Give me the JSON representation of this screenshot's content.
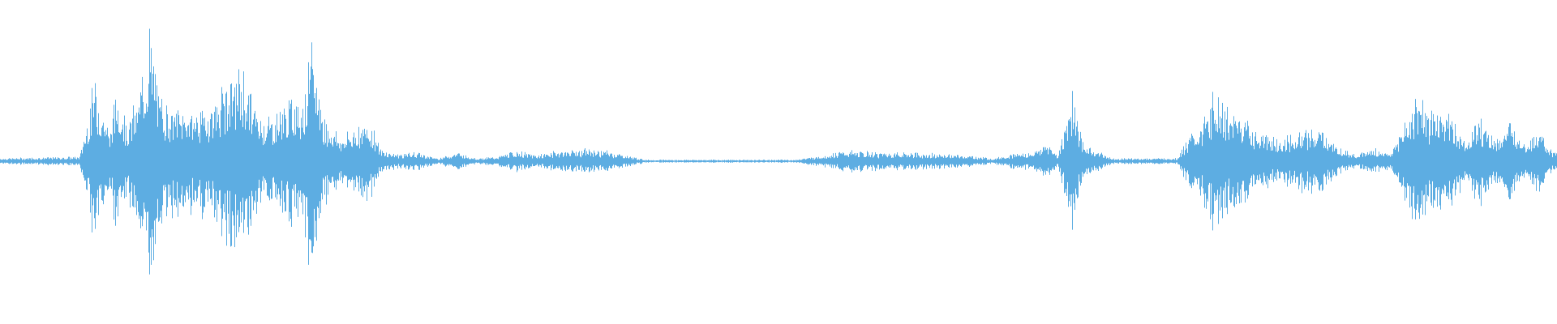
{
  "waveform": {
    "color": "#5dade2",
    "background": "#ffffff",
    "peak_max": 1.0,
    "envelope": [
      [
        0,
        0.02
      ],
      [
        80,
        0.03
      ],
      [
        95,
        0.55
      ],
      [
        110,
        0.2
      ],
      [
        118,
        0.5
      ],
      [
        128,
        0.25
      ],
      [
        140,
        0.45
      ],
      [
        150,
        0.9
      ],
      [
        160,
        0.45
      ],
      [
        175,
        0.35
      ],
      [
        190,
        0.35
      ],
      [
        210,
        0.35
      ],
      [
        230,
        0.55
      ],
      [
        245,
        0.6
      ],
      [
        260,
        0.3
      ],
      [
        275,
        0.3
      ],
      [
        290,
        0.4
      ],
      [
        305,
        0.45
      ],
      [
        315,
        0.8
      ],
      [
        325,
        0.3
      ],
      [
        345,
        0.15
      ],
      [
        360,
        0.25
      ],
      [
        375,
        0.25
      ],
      [
        382,
        0.08
      ],
      [
        400,
        0.05
      ],
      [
        420,
        0.06
      ],
      [
        440,
        0.02
      ],
      [
        460,
        0.06
      ],
      [
        480,
        0.02
      ],
      [
        500,
        0.03
      ],
      [
        520,
        0.07
      ],
      [
        540,
        0.04
      ],
      [
        560,
        0.07
      ],
      [
        590,
        0.08
      ],
      [
        610,
        0.07
      ],
      [
        630,
        0.04
      ],
      [
        650,
        0.01
      ],
      [
        800,
        0.01
      ],
      [
        830,
        0.04
      ],
      [
        850,
        0.07
      ],
      [
        880,
        0.06
      ],
      [
        910,
        0.06
      ],
      [
        940,
        0.05
      ],
      [
        970,
        0.04
      ],
      [
        1000,
        0.02
      ],
      [
        1020,
        0.05
      ],
      [
        1040,
        0.06
      ],
      [
        1055,
        0.12
      ],
      [
        1065,
        0.04
      ],
      [
        1080,
        0.5
      ],
      [
        1090,
        0.12
      ],
      [
        1120,
        0.02
      ],
      [
        1185,
        0.02
      ],
      [
        1195,
        0.15
      ],
      [
        1210,
        0.25
      ],
      [
        1225,
        0.5
      ],
      [
        1240,
        0.3
      ],
      [
        1250,
        0.35
      ],
      [
        1265,
        0.2
      ],
      [
        1285,
        0.15
      ],
      [
        1310,
        0.2
      ],
      [
        1330,
        0.22
      ],
      [
        1345,
        0.1
      ],
      [
        1365,
        0.05
      ],
      [
        1385,
        0.08
      ],
      [
        1400,
        0.05
      ],
      [
        1420,
        0.35
      ],
      [
        1430,
        0.5
      ],
      [
        1440,
        0.3
      ],
      [
        1455,
        0.35
      ],
      [
        1465,
        0.25
      ],
      [
        1475,
        0.15
      ],
      [
        1490,
        0.3
      ],
      [
        1505,
        0.15
      ],
      [
        1520,
        0.25
      ],
      [
        1535,
        0.15
      ],
      [
        1550,
        0.2
      ],
      [
        1560,
        0.08
      ],
      [
        1568,
        0.05
      ]
    ]
  }
}
